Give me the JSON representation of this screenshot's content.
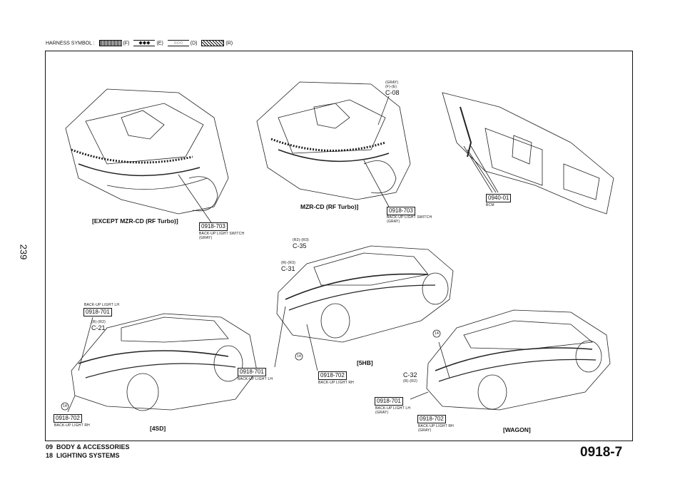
{
  "header": {
    "harness_symbol_label": "HARNESS SYMBOL :",
    "symbols": [
      {
        "code": "(F)",
        "style": "dotted-fill"
      },
      {
        "code": "(E)",
        "style": "diamonds"
      },
      {
        "code": "(D)",
        "style": "circles"
      },
      {
        "code": "(R)",
        "style": "hatched"
      }
    ]
  },
  "page_number": "239",
  "diagrams": {
    "except_mzr": {
      "caption": "[EXCEPT MZR-CD (RF Turbo)]",
      "connector_code": "0918-703",
      "connector_desc": "BACK-UP LIGHT SWITCH",
      "connector_color": "(GRAY)"
    },
    "mzr": {
      "caption": "MZR-CD (RF Turbo)]",
      "connector_code": "0918-703",
      "connector_desc": "BACK-UP LIGHT SWITCH",
      "connector_color": "(GRAY)",
      "c08_color": "(GRAY)",
      "c08_variant": "(F)-(E)",
      "c08_label": "C-08"
    },
    "bcm": {
      "connector_code": "0940-01",
      "connector_desc": "BCM"
    },
    "sedan": {
      "caption": "[4SD]",
      "lh_desc": "BACK-UP LIGHT LH",
      "lh_code": "0918-701",
      "c21_variant": "(R)-(R2)",
      "c21_label": "C-21",
      "rh_code": "0918-702",
      "rh_desc": "BACK-UP LIGHT RH",
      "circle_num": "14"
    },
    "hatch": {
      "caption": "[5HB]",
      "c35_variant": "(R2)-(R3)",
      "c35_label": "C-35",
      "c31_variant": "(R)-(R3)",
      "c31_label": "C-31",
      "lh_code": "0918-701",
      "lh_desc": "BACK-UP LIGHT LH",
      "rh_code": "0918-702",
      "rh_desc": "BACK-UP LIGHT RH",
      "circle_num": "14"
    },
    "wagon": {
      "caption": "[WAGON]",
      "circle_num": "14",
      "c32_label": "C-32",
      "c32_variant": "(R)-(R2)",
      "lh_code": "0918-701",
      "lh_desc": "BACK-UP LIGHT LH",
      "lh_color": "(GRAY)",
      "rh_code": "0918-702",
      "rh_desc": "BACK-UP LIGHT RH",
      "rh_color": "(GRAY)"
    }
  },
  "footer": {
    "line1_num": "09",
    "line1_text": "BODY & ACCESSORIES",
    "line2_num": "18",
    "line2_text": "LIGHTING SYSTEMS",
    "page_code": "0918-7"
  }
}
